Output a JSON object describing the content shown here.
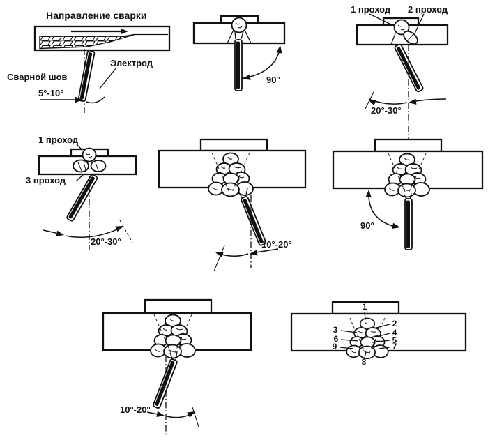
{
  "colors": {
    "ink": "#111111",
    "paper": "#ffffff"
  },
  "panels": {
    "flat_weld": {
      "title": "Направление сварки",
      "seam_label": "Сварной шов",
      "electrode_label": "Электрод",
      "angle_label": "5°-10°"
    },
    "vertical_90": {
      "angle_label": "90°"
    },
    "two_pass": {
      "pass1_label": "1 проход",
      "pass2_label": "2 проход",
      "angle_label": "20°-30°"
    },
    "three_pass": {
      "pass1_label": "1 проход",
      "pass3_label": "3 проход",
      "angle_label": "20°-30°"
    },
    "multipass_tilt_left": {
      "angle_label": "10°-20°"
    },
    "multipass_90": {
      "angle_label": "90°"
    },
    "multipass_tilt_right": {
      "angle_label": "10°-20°"
    },
    "pass_sequence": {
      "passes": [
        "1",
        "2",
        "3",
        "4",
        "5",
        "6",
        "7",
        "8",
        "9"
      ]
    }
  }
}
